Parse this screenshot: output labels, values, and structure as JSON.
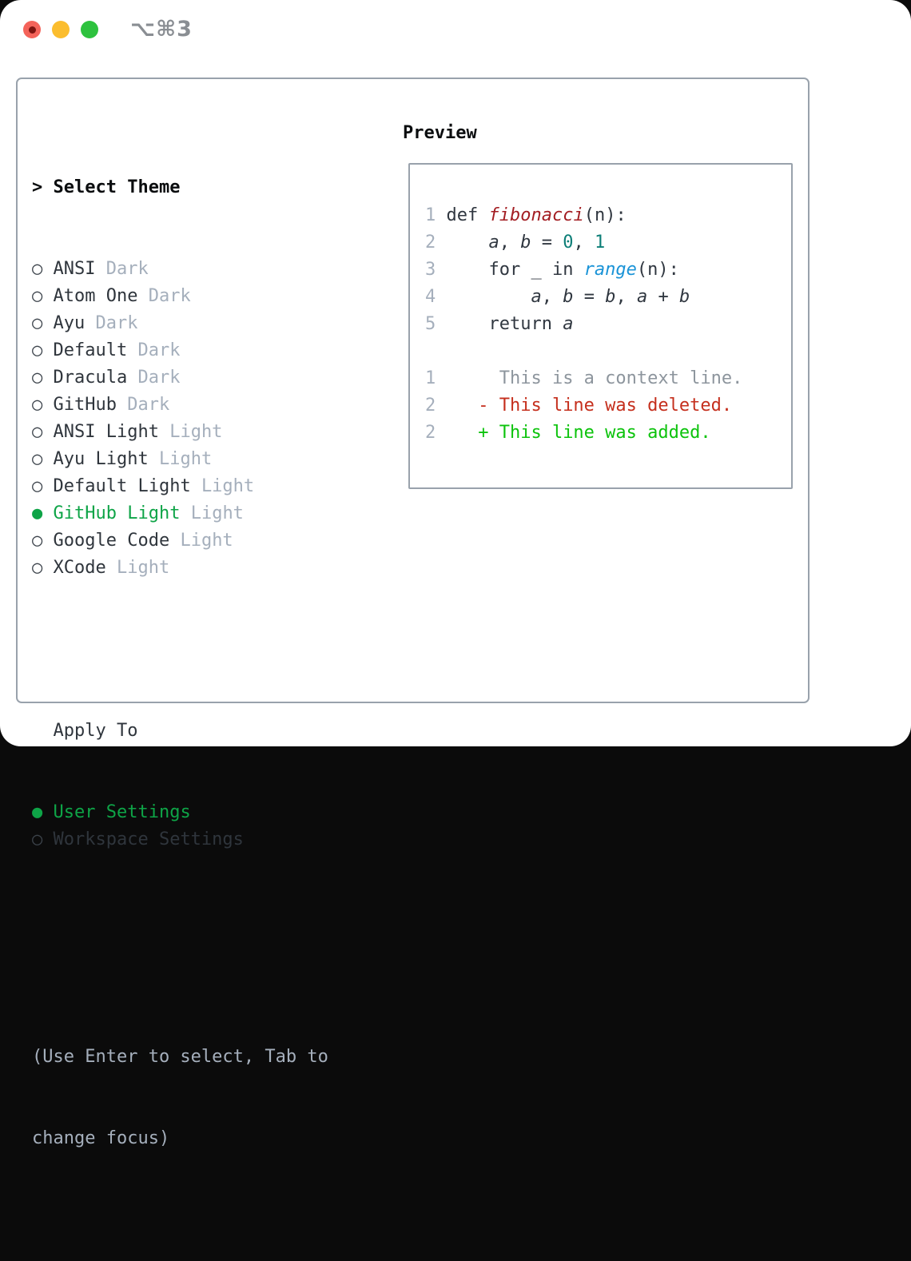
{
  "titlebar": {
    "title": "⌥⌘3"
  },
  "glyphs": {
    "prompt": ">",
    "radio_off": "○",
    "radio_on": "●"
  },
  "colors": {
    "selection_green": "#0ea447",
    "added_green": "#0cc30c",
    "deleted_red": "#c52f1d",
    "function_red": "#a31d22",
    "number_teal": "#0c7e77",
    "builtin_blue": "#1a93d7",
    "muted_gray": "#a5afbc",
    "panel_border": "#99a2ac"
  },
  "theme_section": {
    "title": "Select Theme",
    "items": [
      {
        "name": "ANSI",
        "tag": "Dark",
        "selected": false
      },
      {
        "name": "Atom One",
        "tag": "Dark",
        "selected": false
      },
      {
        "name": "Ayu",
        "tag": "Dark",
        "selected": false
      },
      {
        "name": "Default",
        "tag": "Dark",
        "selected": false
      },
      {
        "name": "Dracula",
        "tag": "Dark",
        "selected": false
      },
      {
        "name": "GitHub",
        "tag": "Dark",
        "selected": false
      },
      {
        "name": "ANSI Light",
        "tag": "Light",
        "selected": false
      },
      {
        "name": "Ayu Light",
        "tag": "Light",
        "selected": false
      },
      {
        "name": "Default Light",
        "tag": "Light",
        "selected": false
      },
      {
        "name": "GitHub Light",
        "tag": "Light",
        "selected": true
      },
      {
        "name": "Google Code",
        "tag": "Light",
        "selected": false
      },
      {
        "name": "XCode",
        "tag": "Light",
        "selected": false
      }
    ]
  },
  "apply_section": {
    "title": "Apply To",
    "options": [
      {
        "name": "User Settings",
        "selected": true
      },
      {
        "name": "Workspace Settings",
        "selected": false
      }
    ]
  },
  "hint": {
    "line1": "(Use Enter to select, Tab to",
    "line2": "change focus)"
  },
  "preview": {
    "label": "Preview",
    "lines": [
      {
        "num": "1",
        "segs": [
          {
            "t": " def ",
            "s": "c"
          },
          {
            "t": "fibonacci",
            "s": "fn"
          },
          {
            "t": "(n):",
            "s": "c"
          }
        ]
      },
      {
        "num": "2",
        "segs": [
          {
            "t": "     ",
            "s": "c"
          },
          {
            "t": "a",
            "s": "v"
          },
          {
            "t": ", ",
            "s": "c"
          },
          {
            "t": "b",
            "s": "v"
          },
          {
            "t": " = ",
            "s": "c"
          },
          {
            "t": "0",
            "s": "n"
          },
          {
            "t": ", ",
            "s": "c"
          },
          {
            "t": "1",
            "s": "n"
          }
        ]
      },
      {
        "num": "3",
        "segs": [
          {
            "t": "     for _ in ",
            "s": "c"
          },
          {
            "t": "range",
            "s": "b"
          },
          {
            "t": "(n):",
            "s": "c"
          }
        ]
      },
      {
        "num": "4",
        "segs": [
          {
            "t": "         ",
            "s": "c"
          },
          {
            "t": "a",
            "s": "v"
          },
          {
            "t": ", ",
            "s": "c"
          },
          {
            "t": "b",
            "s": "v"
          },
          {
            "t": " = ",
            "s": "c"
          },
          {
            "t": "b",
            "s": "v"
          },
          {
            "t": ", ",
            "s": "c"
          },
          {
            "t": "a",
            "s": "v"
          },
          {
            "t": " + ",
            "s": "c"
          },
          {
            "t": "b",
            "s": "v"
          }
        ]
      },
      {
        "num": "5",
        "segs": [
          {
            "t": "     return ",
            "s": "c"
          },
          {
            "t": "a",
            "s": "v"
          }
        ]
      },
      {
        "num": "",
        "segs": []
      },
      {
        "num": "1",
        "segs": [
          {
            "t": "      This is a context line.",
            "s": "ctx"
          }
        ]
      },
      {
        "num": "2",
        "segs": [
          {
            "t": "    - This line was deleted.",
            "s": "del"
          }
        ]
      },
      {
        "num": "2",
        "segs": [
          {
            "t": "    + This line was added.",
            "s": "add"
          }
        ]
      }
    ]
  }
}
